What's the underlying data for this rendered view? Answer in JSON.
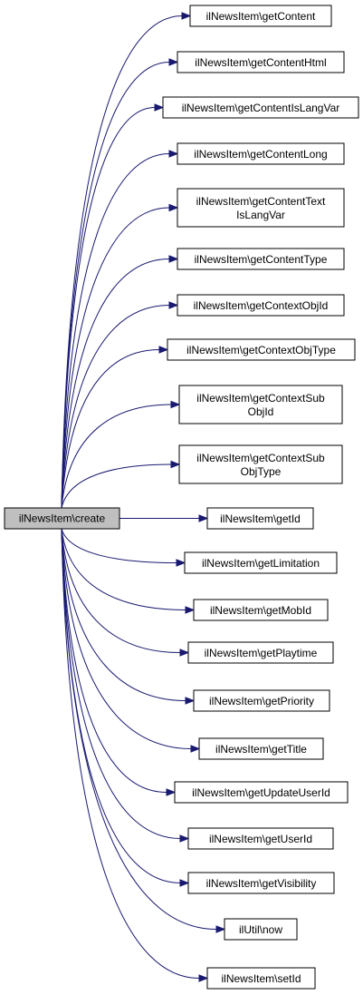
{
  "graph": {
    "root": {
      "id": "create",
      "label": "ilNewsItem\\create"
    },
    "callees": [
      {
        "id": "getContent",
        "lines": [
          "ilNewsItem\\getContent"
        ]
      },
      {
        "id": "getContentHtml",
        "lines": [
          "ilNewsItem\\getContentHtml"
        ]
      },
      {
        "id": "getContentIsLangVar",
        "lines": [
          "ilNewsItem\\getContentIsLangVar"
        ]
      },
      {
        "id": "getContentLong",
        "lines": [
          "ilNewsItem\\getContentLong"
        ]
      },
      {
        "id": "getContentTextIsLangVar",
        "lines": [
          "ilNewsItem\\getContentText",
          "IsLangVar"
        ]
      },
      {
        "id": "getContentType",
        "lines": [
          "ilNewsItem\\getContentType"
        ]
      },
      {
        "id": "getContextObjId",
        "lines": [
          "ilNewsItem\\getContextObjId"
        ]
      },
      {
        "id": "getContextObjType",
        "lines": [
          "ilNewsItem\\getContextObjType"
        ]
      },
      {
        "id": "getContextSubObjId",
        "lines": [
          "ilNewsItem\\getContextSub",
          "ObjId"
        ]
      },
      {
        "id": "getContextSubObjType",
        "lines": [
          "ilNewsItem\\getContextSub",
          "ObjType"
        ]
      },
      {
        "id": "getId",
        "lines": [
          "ilNewsItem\\getId"
        ]
      },
      {
        "id": "getLimitation",
        "lines": [
          "ilNewsItem\\getLimitation"
        ]
      },
      {
        "id": "getMobId",
        "lines": [
          "ilNewsItem\\getMobId"
        ]
      },
      {
        "id": "getPlaytime",
        "lines": [
          "ilNewsItem\\getPlaytime"
        ]
      },
      {
        "id": "getPriority",
        "lines": [
          "ilNewsItem\\getPriority"
        ]
      },
      {
        "id": "getTitle",
        "lines": [
          "ilNewsItem\\getTitle"
        ]
      },
      {
        "id": "getUpdateUserId",
        "lines": [
          "ilNewsItem\\getUpdateUserId"
        ]
      },
      {
        "id": "getUserId",
        "lines": [
          "ilNewsItem\\getUserId"
        ]
      },
      {
        "id": "getVisibility",
        "lines": [
          "ilNewsItem\\getVisibility"
        ]
      },
      {
        "id": "now",
        "lines": [
          "ilUtil\\now"
        ]
      },
      {
        "id": "setId",
        "lines": [
          "ilNewsItem\\setId"
        ]
      }
    ]
  },
  "colors": {
    "edge": "#191970",
    "root_fill": "#bfbfbf",
    "node_fill": "#ffffff",
    "node_stroke": "#000000"
  }
}
